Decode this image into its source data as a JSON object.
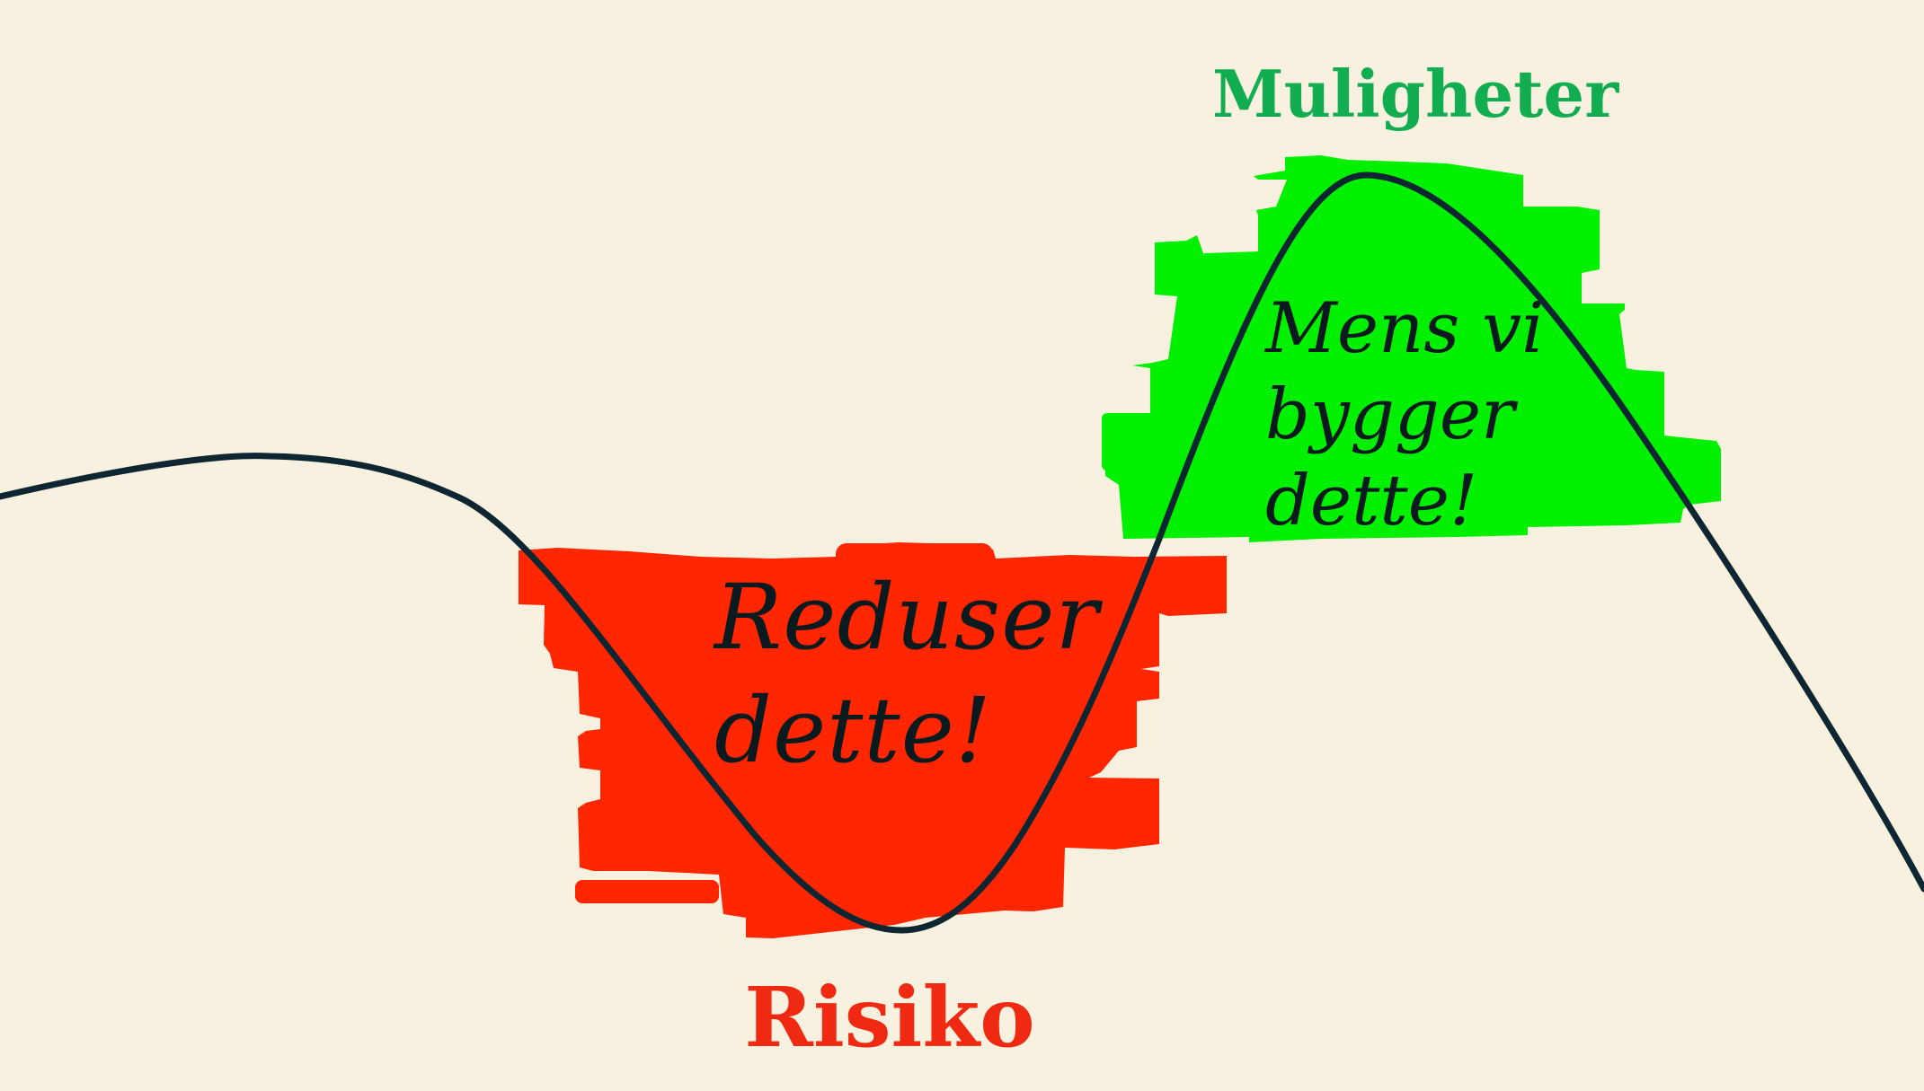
{
  "labels": {
    "opportunities": "Muligheter",
    "risk": "Risiko"
  },
  "notes": {
    "risk_line1": "Reduser",
    "risk_line2": "dette!",
    "opp_line1": "Mens vi",
    "opp_line2": "bygger",
    "opp_line3": "dette!"
  },
  "colors": {
    "background": "#f9f1df",
    "risk": "#ff2600",
    "risk_text": "#f02a12",
    "opportunity": "#00f000",
    "opportunity_text": "#12ad50",
    "curve": "#0e2632",
    "note_text": "#0a1a1e"
  }
}
